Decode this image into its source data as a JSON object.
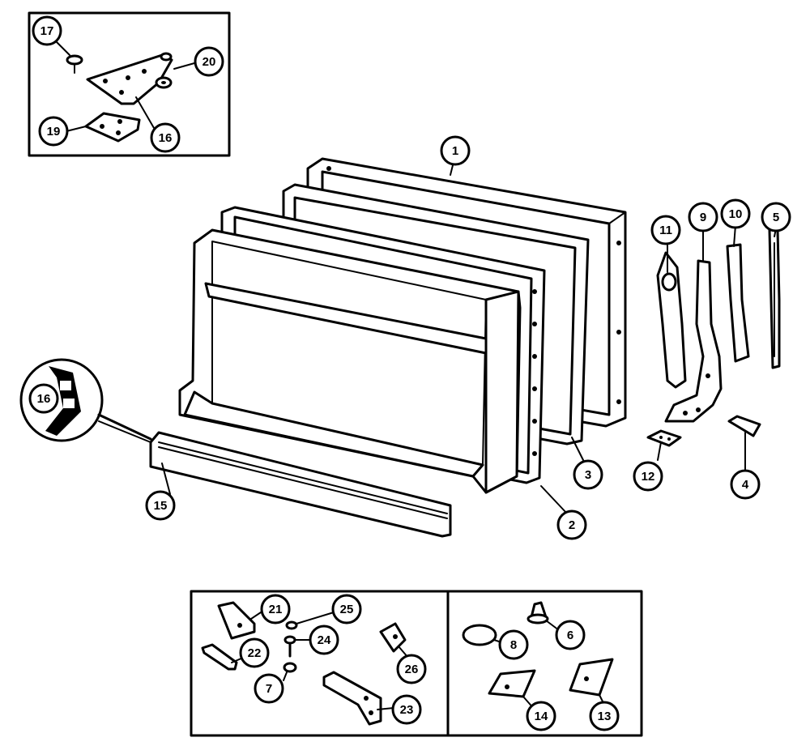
{
  "callouts": {
    "c1": "1",
    "c2": "2",
    "c3": "3",
    "c4": "4",
    "c5": "5",
    "c6": "6",
    "c7": "7",
    "c8": "8",
    "c9": "9",
    "c10": "10",
    "c11": "11",
    "c12": "12",
    "c13": "13",
    "c14": "14",
    "c15": "15",
    "c16a": "16",
    "c16b": "16",
    "c17": "17",
    "c19": "19",
    "c20": "20",
    "c21": "21",
    "c22": "22",
    "c23": "23",
    "c24": "24",
    "c25": "25",
    "c26": "26"
  }
}
